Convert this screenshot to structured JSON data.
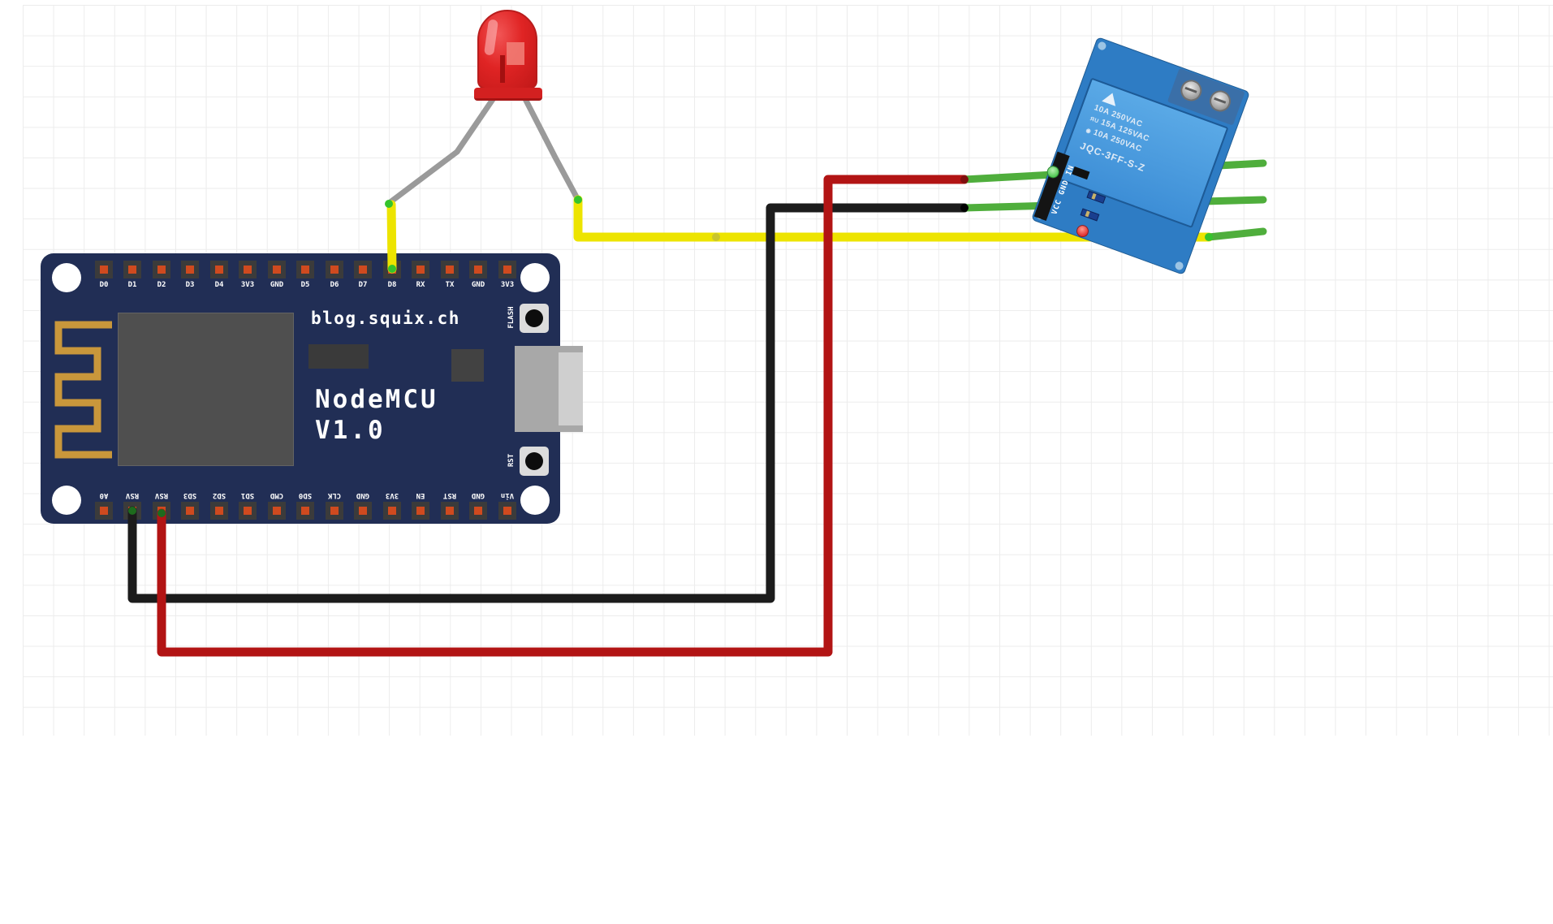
{
  "canvas": {
    "background": "#ffffff",
    "grid_color": "#ececec"
  },
  "board": {
    "site_label": "blog.squix.ch",
    "name": "NodeMCU",
    "version": "V1.0",
    "flash_label": "FLASH",
    "rst_label": "RST",
    "pcb_color": "#212e55",
    "top_pins": [
      "D0",
      "D1",
      "D2",
      "D3",
      "D4",
      "3V3",
      "GND",
      "D5",
      "D6",
      "D7",
      "D8",
      "RX",
      "TX",
      "GND",
      "3V3"
    ],
    "bottom_pins": [
      "A0",
      "RSV",
      "RSV",
      "SD3",
      "SD2",
      "SD1",
      "CMD",
      "SD0",
      "CLK",
      "GND",
      "3V3",
      "EN",
      "RST",
      "GND",
      "Vin"
    ]
  },
  "led": {
    "color": "#e02424"
  },
  "relay": {
    "pcb_color": "#2e7cc4",
    "markings": [
      "10A 250VAC",
      "15A 125VAC",
      "10A 250VAC",
      "JQC-3FF-S-Z"
    ],
    "marks": [
      "ЯU",
      "◉"
    ],
    "header_label": "VCC GND IN"
  },
  "wires": {
    "yellow": "#ede400",
    "black": "#1c1c1c",
    "red": "#b21414",
    "green": "#4fae3c",
    "leg_gray": "#9a9a9a",
    "dot_green": "#35c42c",
    "dot_dark_green": "#1d6b1d",
    "dot_yellow": "#c9c52c",
    "dot_black": "#000000",
    "dot_red": "#7e0e0e"
  }
}
